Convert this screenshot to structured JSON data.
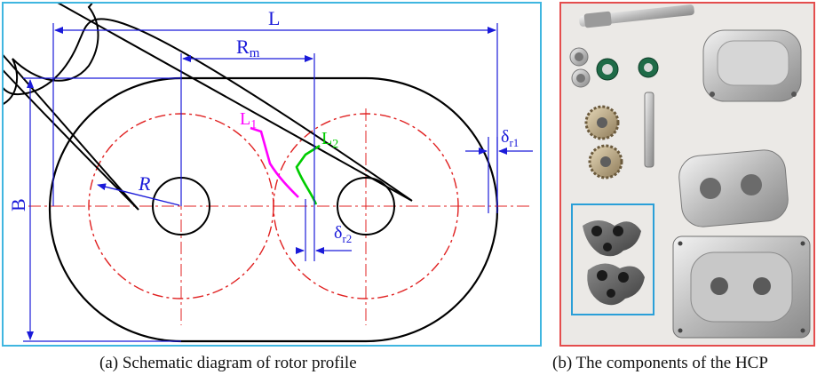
{
  "figure": {
    "panel_a": {
      "caption": "(a) Schematic diagram of rotor profile",
      "labels": {
        "L": "L",
        "Rm": "R",
        "Rm_sub": "m",
        "B": "B",
        "R": "R",
        "L1": "L",
        "L1_sub": "1",
        "L2": "L",
        "L2_sub": "2",
        "dr1": "δ",
        "dr1_sub": "r1",
        "dr2": "δ",
        "dr2_sub": "r2"
      },
      "colors": {
        "outline": "#000000",
        "dimension": "#1a1ad9",
        "pitch_circle": "#e02020",
        "curve_L1": "#ff00ff",
        "curve_L2": "#00cc00",
        "frame": "#3fb6e0"
      }
    },
    "panel_b": {
      "caption": "(b) The components of the HCP",
      "colors": {
        "frame": "#e44d4d",
        "highlight_box": "#2a9fd8"
      }
    }
  }
}
